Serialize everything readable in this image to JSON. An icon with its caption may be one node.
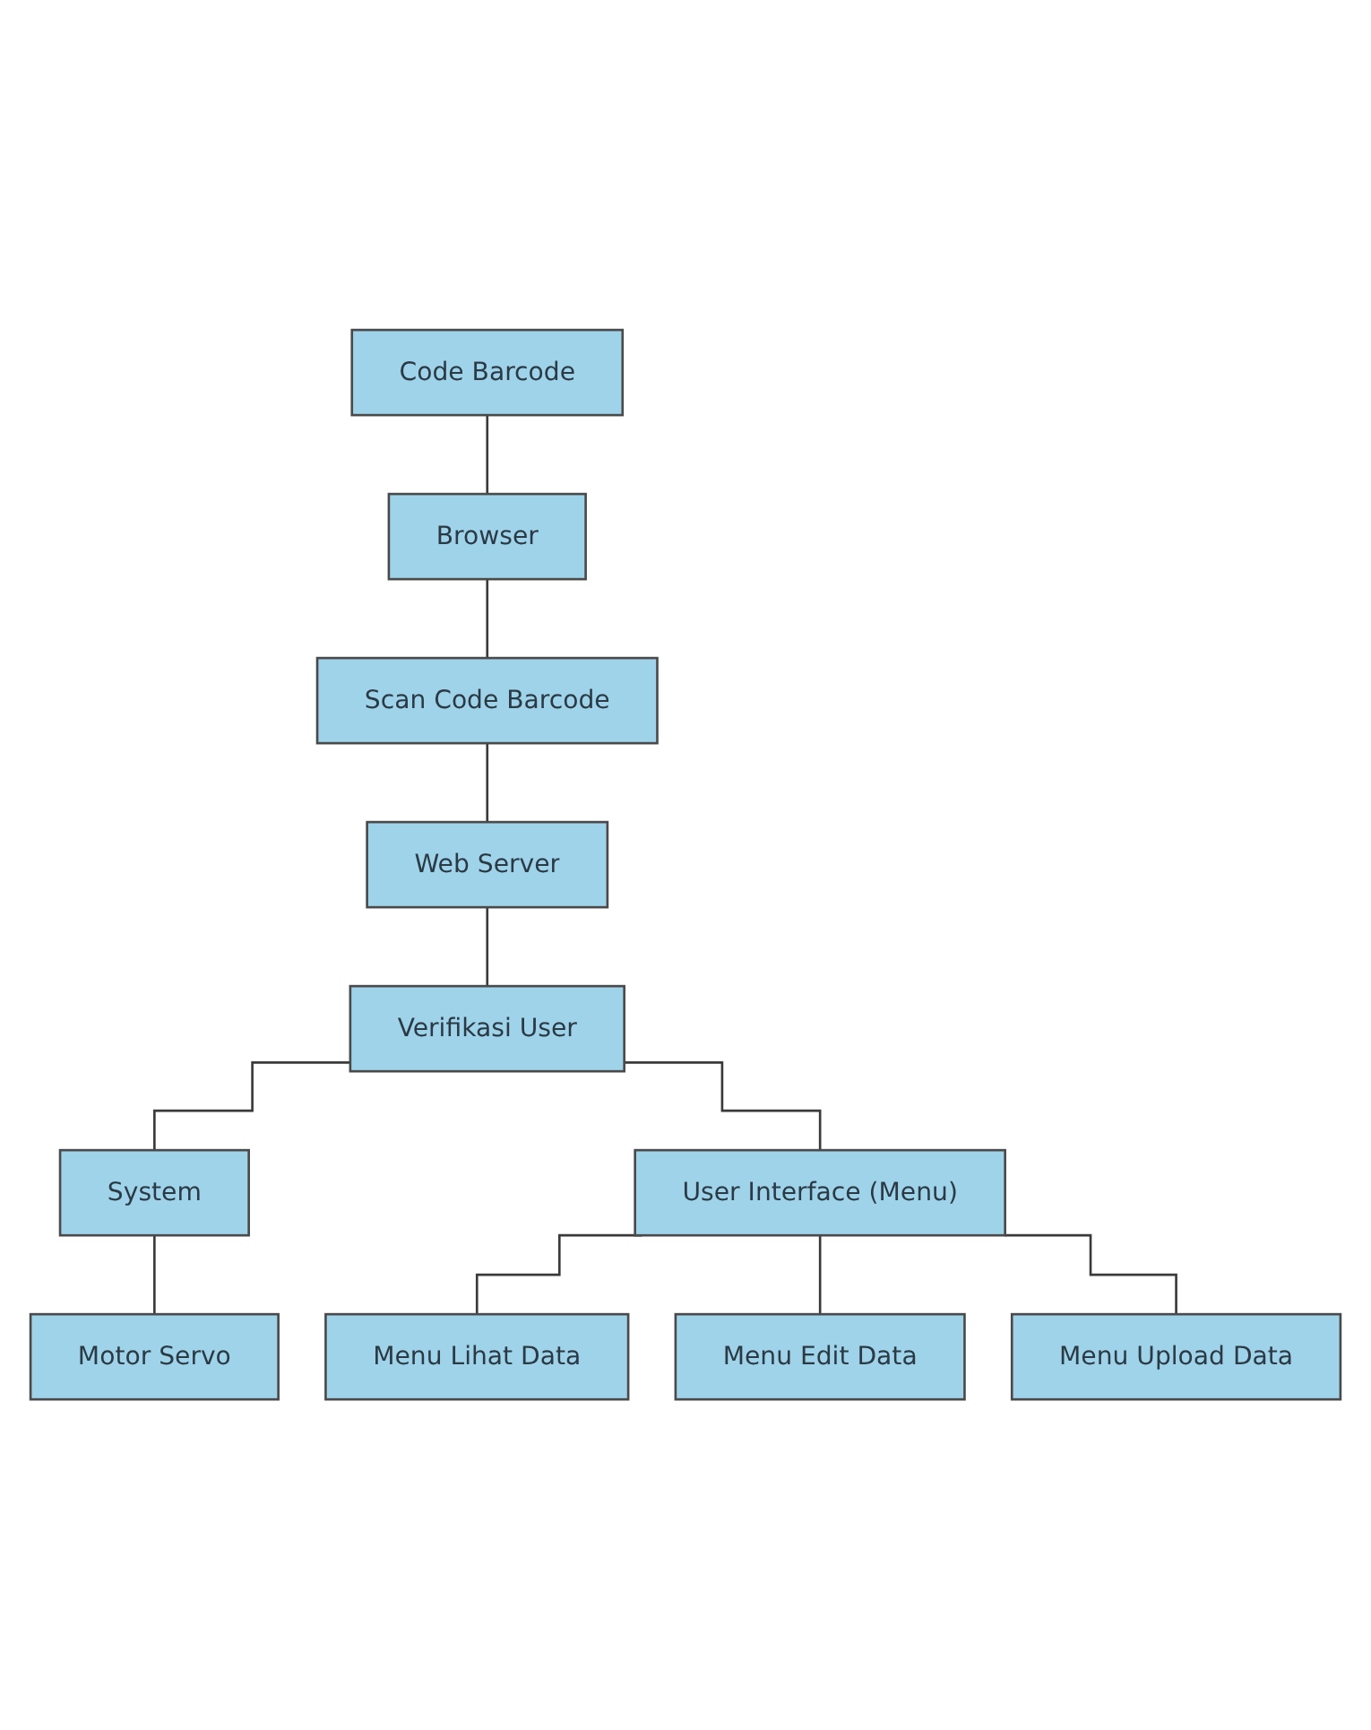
{
  "diagram": {
    "nodes": [
      {
        "text": [
          "Code Barcode"
        ]
      },
      {
        "text": [
          "Browser"
        ]
      },
      {
        "text": [
          "Scan Code Barcode"
        ]
      },
      {
        "text": [
          "Web Server"
        ]
      },
      {
        "text": [
          "Verifikasi User"
        ]
      },
      {
        "text": [
          "System"
        ]
      },
      {
        "text": [
          "User Interface (Menu)"
        ]
      },
      {
        "text": [
          "Motor Servo"
        ]
      },
      {
        "text": [
          "Menu Lihat Data"
        ]
      },
      {
        "text": [
          "Menu Edit Data"
        ]
      },
      {
        "text": [
          "Menu Upload Data"
        ]
      }
    ],
    "edges": [
      {
        "from": 0,
        "to": 1,
        "arrow": "none"
      },
      {
        "from": 1,
        "to": 2,
        "arrow": "none"
      },
      {
        "from": 2,
        "to": 3,
        "arrow": "none"
      },
      {
        "from": 3,
        "to": 4,
        "arrow": "none"
      },
      {
        "from": 4,
        "to": 5,
        "arrow": "none"
      },
      {
        "from": 4,
        "to": 6,
        "arrow": "none"
      },
      {
        "from": 5,
        "to": 7,
        "arrow": "none"
      },
      {
        "from": 6,
        "to": 8,
        "arrow": "none"
      },
      {
        "from": 6,
        "to": 9,
        "arrow": "none"
      },
      {
        "from": 6,
        "to": 10,
        "arrow": "none"
      }
    ]
  }
}
